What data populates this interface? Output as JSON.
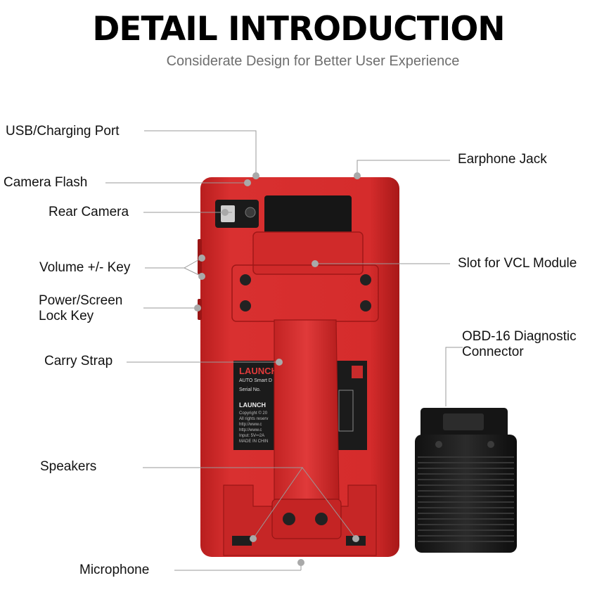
{
  "header": {
    "title": "DETAIL INTRODUCTION",
    "subtitle": "Considerate Design for Better User Experience"
  },
  "labels": {
    "usb_port": "USB/Charging Port",
    "camera_flash": "Camera Flash",
    "rear_camera": "Rear Camera",
    "volume_key": "Volume +/- Key",
    "power_key_line1": "Power/Screen",
    "power_key_line2": "Lock Key",
    "carry_strap": "Carry Strap",
    "speakers": "Speakers",
    "microphone": "Microphone",
    "earphone_jack": "Earphone Jack",
    "vcl_slot": "Slot for VCL Module",
    "obd_line1": "OBD-16 Diagnostic",
    "obd_line2": "Connector"
  },
  "device_label": {
    "brand": "LAUNCH",
    "line1": "AUTO Smart D",
    "serial": "Serial No.",
    "brand2": "LAUNCH",
    "line2": "Copyright © 20",
    "line3": "All rights reserv",
    "line4": "http://www.c",
    "line5": "http://www.c",
    "line6": "Input: 5V⎓2A",
    "line7": "MADE IN CHIN"
  },
  "colors": {
    "device_red": "#d42a2a",
    "device_dark_red": "#a81818",
    "leader_line": "#9a9a9a",
    "connector_black": "#1e1e1e"
  }
}
